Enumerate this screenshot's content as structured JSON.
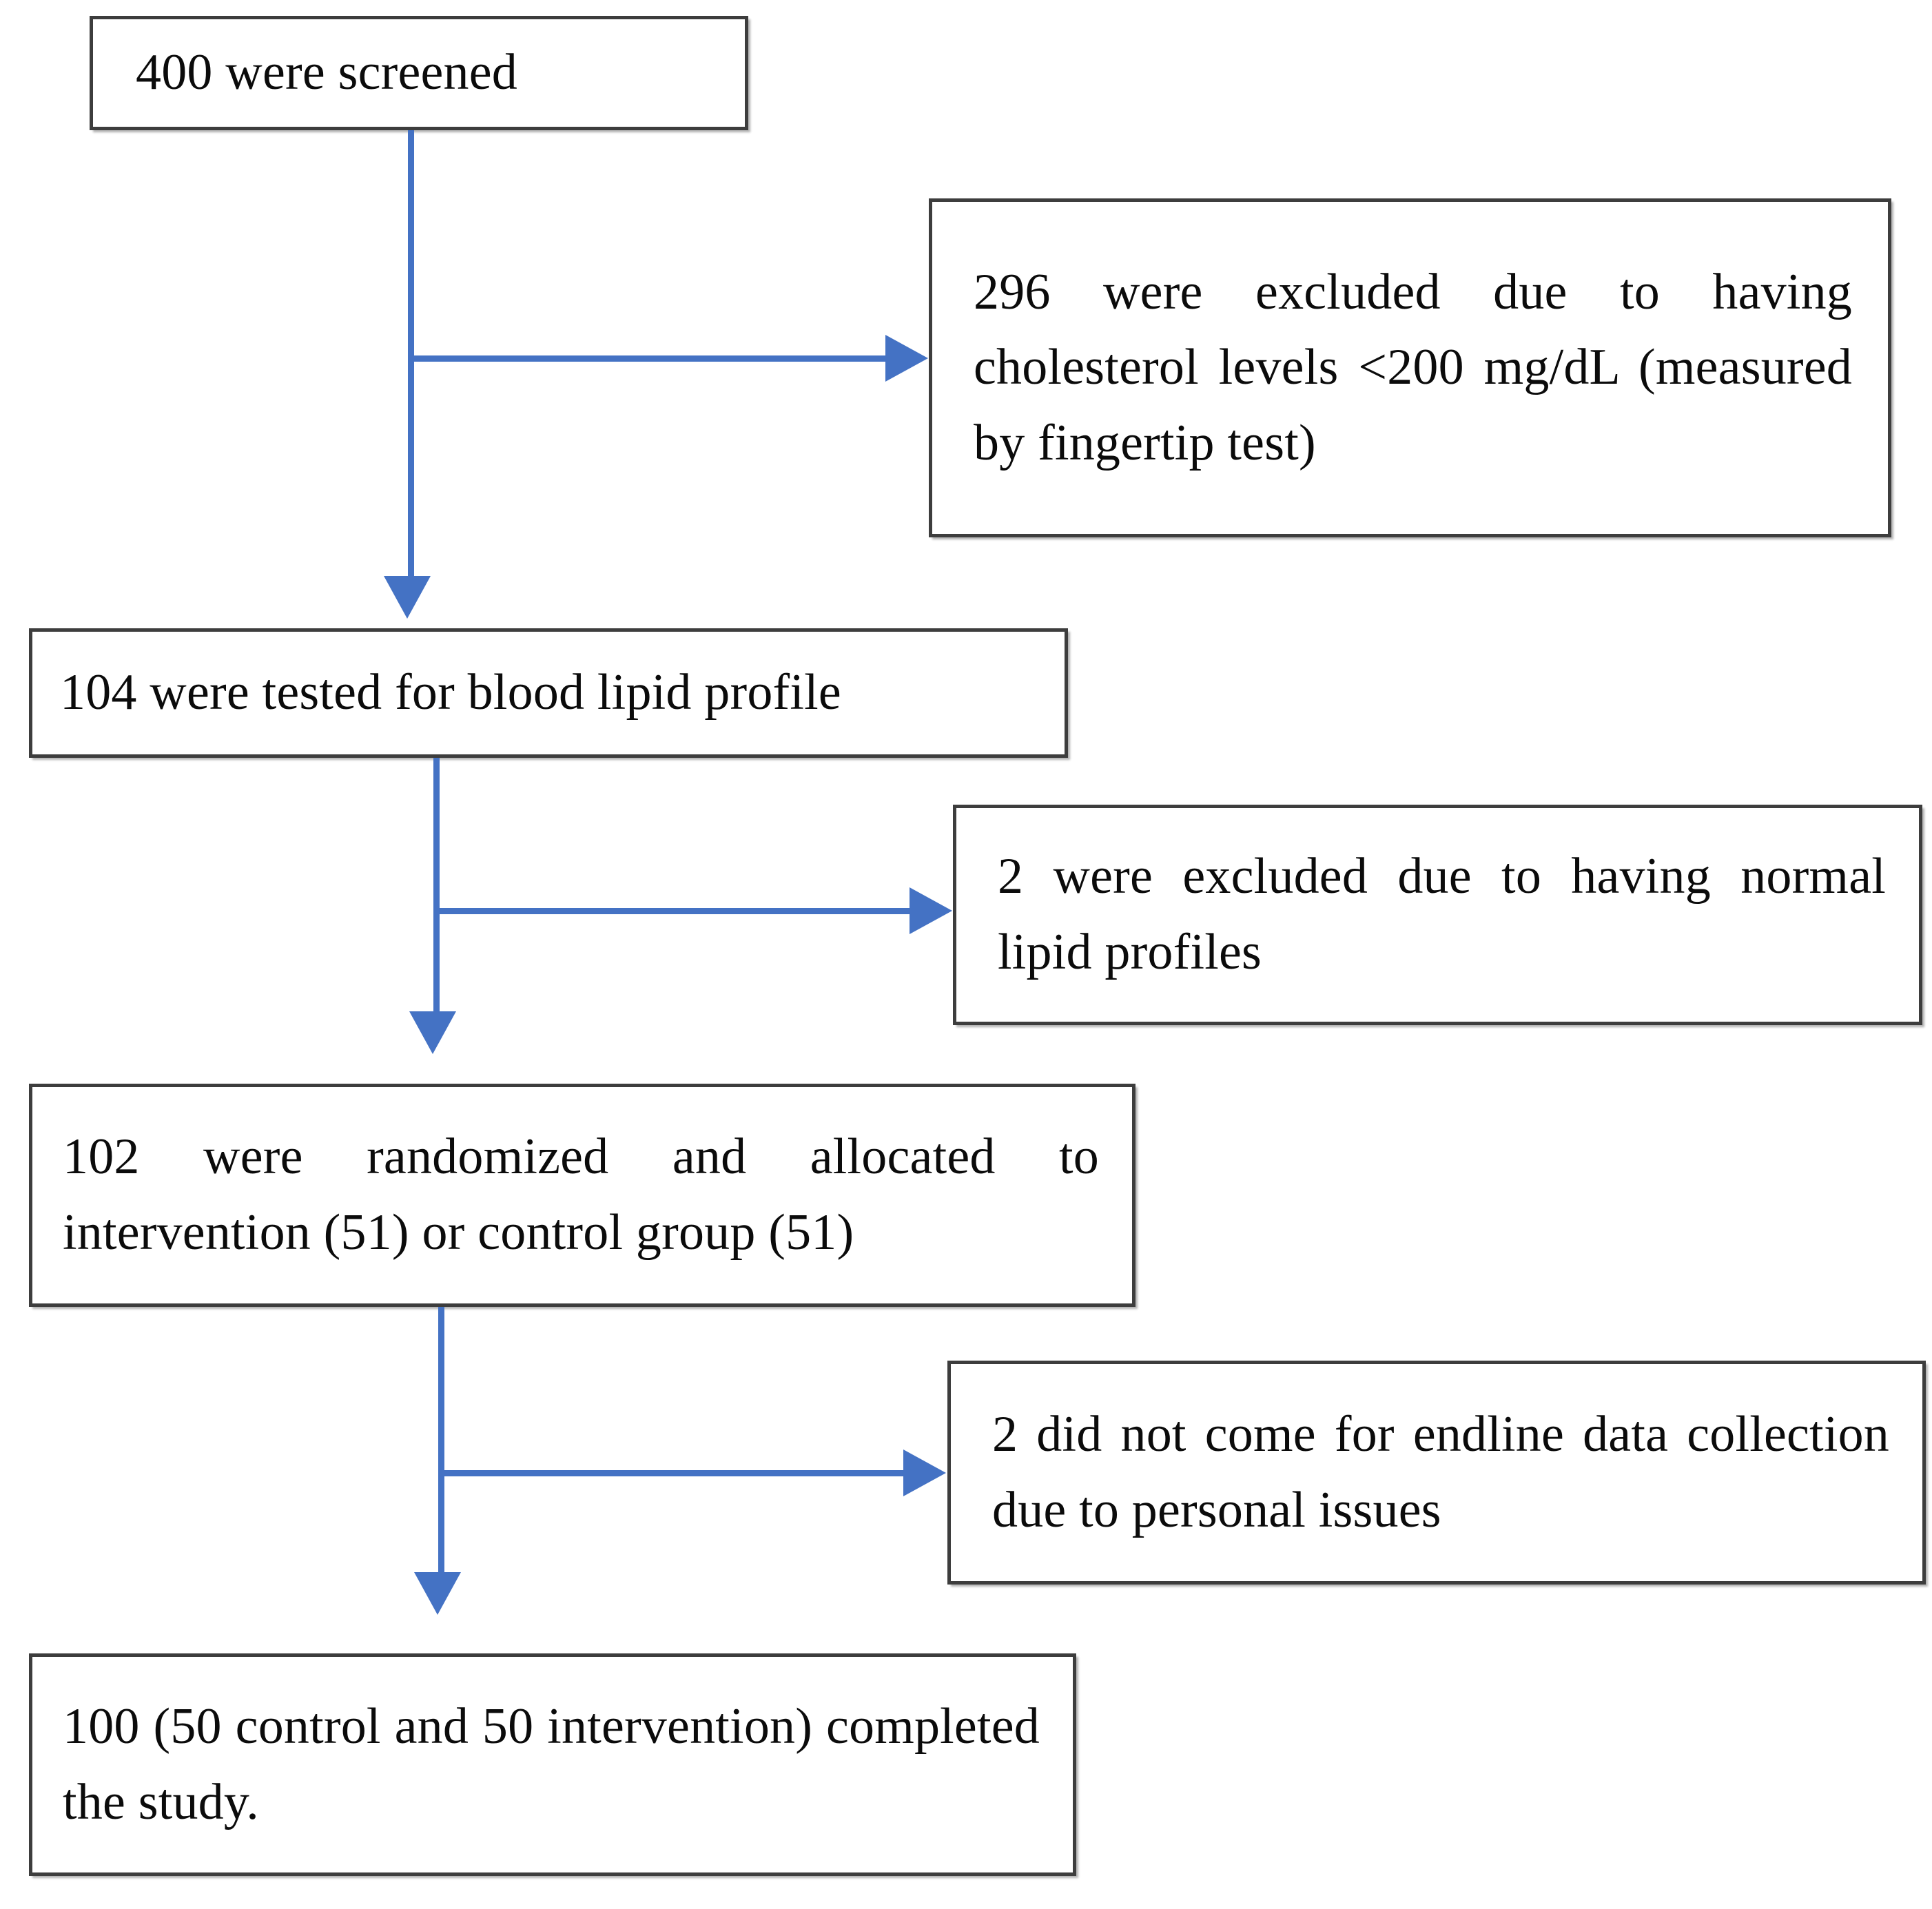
{
  "diagram": {
    "title": "CONSORT participant flow diagram",
    "accent_color": "#4472C4",
    "box_border_color": "#3d3d3d",
    "text_color": "#0b0b0b",
    "nodes": [
      {
        "id": "screened",
        "label": "400 were screened",
        "count": 400
      },
      {
        "id": "excluded-cholesterol",
        "label": "296 were excluded due to having cholesterol levels <200 mg/dL (measured by fingertip test)",
        "count": 296
      },
      {
        "id": "tested-lipid-profile",
        "label": "104 were tested for blood lipid profile",
        "count": 104
      },
      {
        "id": "excluded-normal-lipids",
        "label": "2 were excluded due to having normal lipid profiles",
        "count": 2
      },
      {
        "id": "randomized",
        "label": "102 were randomized and allocated to intervention (51) or control group (51)",
        "count": 102,
        "intervention": 51,
        "control": 51
      },
      {
        "id": "lost-endline",
        "label": "2 did not come for endline data collection due to personal issues",
        "count": 2
      },
      {
        "id": "completed",
        "label": "100 (50 control and 50 intervention) completed the study.",
        "count": 100,
        "control": 50,
        "intervention": 50
      }
    ],
    "edges": [
      {
        "id": "screened-to-tested",
        "from": "screened",
        "to": "tested-lipid-profile",
        "direction": "down"
      },
      {
        "id": "screened-to-excluded",
        "from": "screened",
        "to": "excluded-cholesterol",
        "direction": "right"
      },
      {
        "id": "tested-to-randomized",
        "from": "tested-lipid-profile",
        "to": "randomized",
        "direction": "down"
      },
      {
        "id": "tested-to-excluded",
        "from": "tested-lipid-profile",
        "to": "excluded-normal-lipids",
        "direction": "right"
      },
      {
        "id": "randomized-to-completed",
        "from": "randomized",
        "to": "completed",
        "direction": "down"
      },
      {
        "id": "randomized-to-lost",
        "from": "randomized",
        "to": "lost-endline",
        "direction": "right"
      }
    ]
  }
}
